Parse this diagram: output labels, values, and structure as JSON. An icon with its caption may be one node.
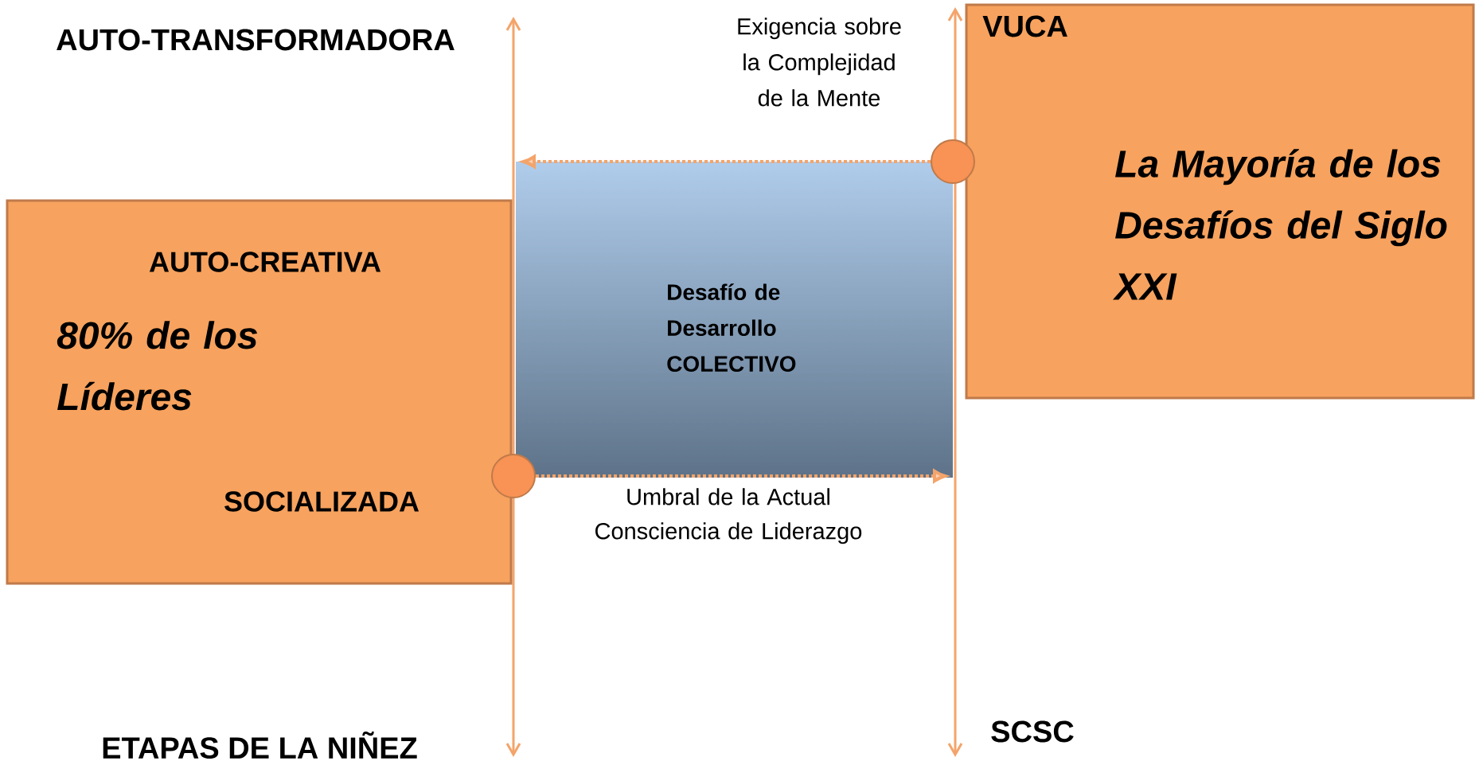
{
  "diagram": {
    "nodes": [
      {
        "text": [
          "VUCA",
          "La Mayoría de los Desafíos del Siglo XXI"
        ]
      },
      {
        "text": [],
        "shape": "circle"
      },
      {
        "text": [
          "AUTO-CREATIVA",
          "80% de los Líderes",
          "SOCIALIZADA"
        ]
      },
      {
        "text": [
          "Desafío de Desarrollo COLECTIVO"
        ]
      },
      {
        "text": [],
        "shape": "circle"
      }
    ],
    "edges": [
      {
        "from": 1,
        "to": null,
        "arrow": "to",
        "style": "dashed"
      },
      {
        "from": 4,
        "to": null,
        "arrow": "to",
        "style": "dashed"
      }
    ],
    "labels": [
      "AUTO-TRANSFORMADORA",
      "Exigencia sobre la Complejidad de la Mente",
      "Umbral de la Actual Consciencia de Liderazgo",
      "ETAPAS DE LA NIÑEZ",
      "SCSC"
    ]
  }
}
